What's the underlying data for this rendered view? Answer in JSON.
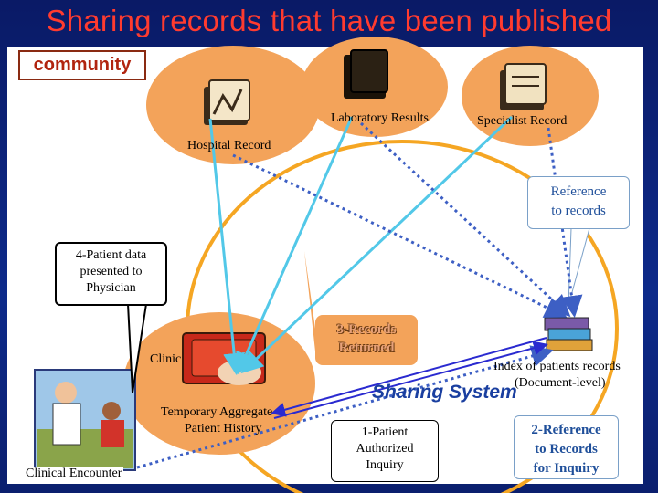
{
  "title": "Sharing records that have been published",
  "community_label": "community",
  "nodes": {
    "laboratory_results": "Laboratory Results",
    "specialist_record": "Specialist Record",
    "hospital_record": "Hospital Record",
    "clinic": "Clinic",
    "temporary_aggregate_line1": "Temporary Aggregate",
    "temporary_aggregate_line2": "Patient History",
    "clinical_encounter": "Clinical Encounter",
    "index_line1": "Index of patients records",
    "index_line2": "(Document-level)",
    "sharing_system": "Sharing System"
  },
  "callouts": {
    "reference_line1": "Reference",
    "reference_line2": "to records",
    "patient_data_line1": "4-Patient data",
    "patient_data_line2": "presented to",
    "patient_data_line3": "Physician",
    "records_returned_line1": "3-Records",
    "records_returned_line2": "Returned",
    "authorized_line1": "1-Patient",
    "authorized_line2": "Authorized",
    "authorized_line3": "Inquiry",
    "ref2_line1": "2-Reference",
    "ref2_line2": "to Records",
    "ref2_line3": "for Inquiry"
  },
  "colors": {
    "title": "#ff3b2f",
    "node_fill": "#f3a35a",
    "community_ring": "#f5a623",
    "solid_arrow": "#52c8e8",
    "dotted_arrow": "#3d5fc4",
    "index_arrow": "#2a2ad0",
    "callout_text": "#1f4f9a"
  }
}
